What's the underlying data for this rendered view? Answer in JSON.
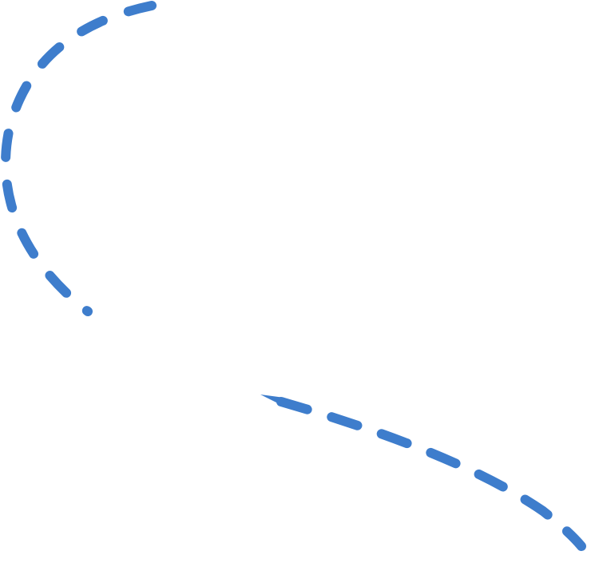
{
  "colors": {
    "background": "#ffffff",
    "stroke": "#3e7dcc"
  },
  "elements": [
    {
      "kind": "dashed-curve",
      "name": "upper-left-dashed-arc"
    },
    {
      "kind": "dashed-curve",
      "name": "lower-right-dashed-curve"
    }
  ]
}
